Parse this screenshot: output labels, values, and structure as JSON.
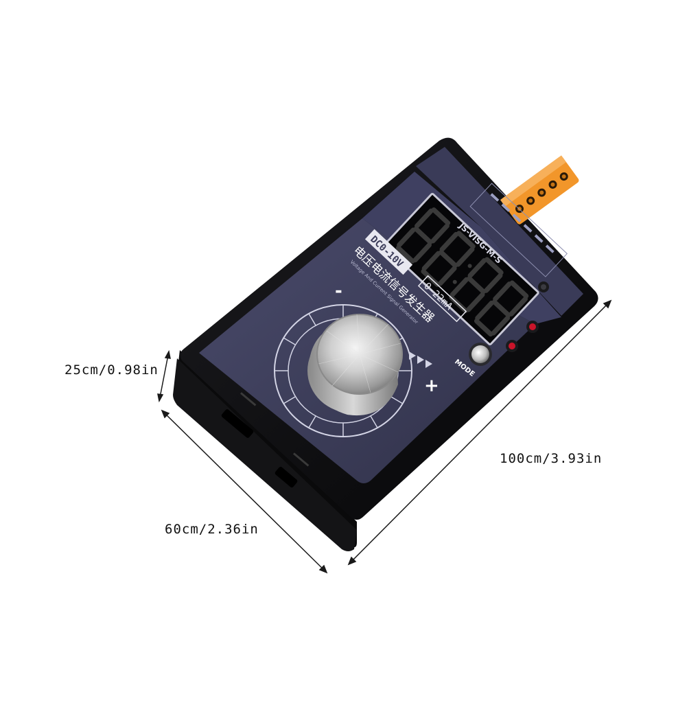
{
  "dimensions": {
    "height": "25cm/0.98in",
    "width": "100cm/3.93in",
    "depth": "60cm/2.36in"
  },
  "device": {
    "model": "JS-VISG-M-S",
    "range_voltage": "DC0-10V",
    "range_current": "0-22mA",
    "title_cn": "电压电流信号发生器",
    "title_en": "Voltage And Current Signal Generator",
    "display_digits": [
      "8",
      "8",
      "8",
      "8"
    ],
    "mode_label": "MODE",
    "minus_symbol": "-",
    "plus_symbol": "+"
  },
  "colors": {
    "body": "#0c0c0e",
    "panel": "#3c3d5a",
    "terminal": "#f2962a",
    "led": "#c9142a"
  }
}
